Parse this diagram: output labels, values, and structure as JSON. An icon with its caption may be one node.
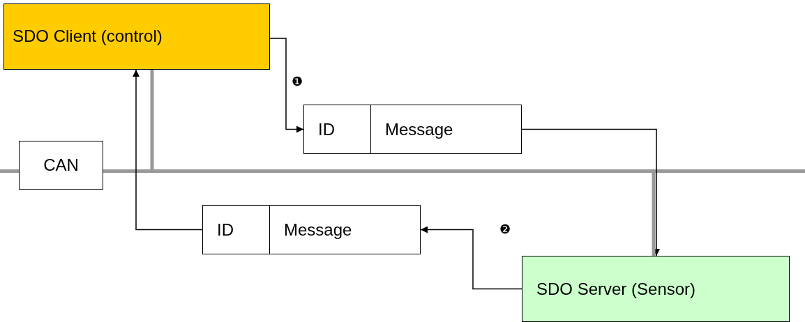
{
  "diagram": {
    "nodes": [
      {
        "text": [
          "SDO Client (control)"
        ]
      },
      {
        "text": [
          "ID",
          "Message"
        ]
      },
      {
        "text": [
          "CAN"
        ]
      },
      {
        "text": [],
        "shape": "bar"
      },
      {
        "text": [
          "ID",
          "Message"
        ]
      },
      {
        "text": [
          "SDO Server (Sensor)"
        ]
      }
    ],
    "edges": [
      {
        "from": 0,
        "to": 1,
        "arrow": "to",
        "label": "❶"
      },
      {
        "from": 1,
        "to": 5,
        "arrow": "to"
      },
      {
        "from": 5,
        "to": 4,
        "arrow": "to",
        "label": "❷"
      },
      {
        "from": 4,
        "to": 0,
        "arrow": "to"
      },
      {
        "from": 0,
        "to": 3,
        "arrow": "none",
        "style": "thick",
        "color": "#999999"
      },
      {
        "from": 5,
        "to": 3,
        "arrow": "none",
        "style": "thick",
        "color": "#999999"
      }
    ]
  }
}
